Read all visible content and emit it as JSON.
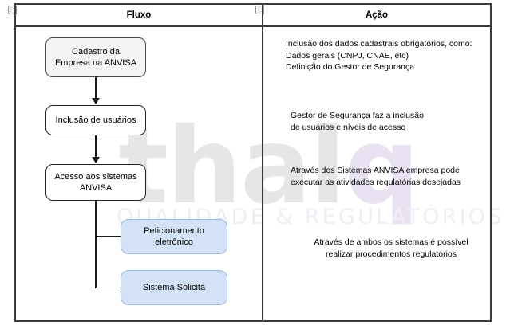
{
  "watermark": {
    "brand_light": "thal",
    "brand_accent": "q",
    "tagline": "QUALIDADE & REGULATÓRIOS",
    "gray_hex": "#e6e6e6",
    "purple_hex": "#e9e2f2"
  },
  "table": {
    "columns": [
      {
        "title": "Fluxo",
        "icon": "collapse-minus-box-icon"
      },
      {
        "title": "Ação",
        "icon": "collapse-minus-box-icon"
      }
    ],
    "border_hex": "#3a3a3a"
  },
  "flow": {
    "nodes": [
      {
        "id": "cadastro",
        "label": "Cadastro da\nEmpresa na ANVISA",
        "fill_hex": "#f4f4f4",
        "shape": "rounded-rect"
      },
      {
        "id": "inclusao",
        "label": "Inclusão de usuários",
        "fill_hex": "#ffffff",
        "shape": "rounded-rect"
      },
      {
        "id": "acesso",
        "label": "Acesso aos sistemas\nANVISA",
        "fill_hex": "#ffffff",
        "shape": "rounded-rect"
      },
      {
        "id": "peticionamento",
        "label": "Peticionamento\neletrônico",
        "fill_hex": "#d3e2f7",
        "shape": "rounded-rect"
      },
      {
        "id": "solicita",
        "label": "Sistema Solicita",
        "fill_hex": "#d3e2f7",
        "shape": "rounded-rect"
      }
    ],
    "connector_hex": "#1a1a1a"
  },
  "actions": [
    {
      "id": "action-1",
      "text": "Inclusão dos dados cadastrais obrigatórios, como:\nDados gerais (CNPJ, CNAE, etc)\nDefinição do Gestor de Segurança"
    },
    {
      "id": "action-2",
      "text": "Gestor de Segurança faz a inclusão\nde usuários e níveis de acesso"
    },
    {
      "id": "action-3",
      "text": "Através dos Sistemas ANVISA empresa pode\n executar as atividades regulatórias desejadas"
    },
    {
      "id": "action-4",
      "text": "Através de ambos os sistemas é possível\nrealizar procedimentos regulatórios"
    }
  ]
}
